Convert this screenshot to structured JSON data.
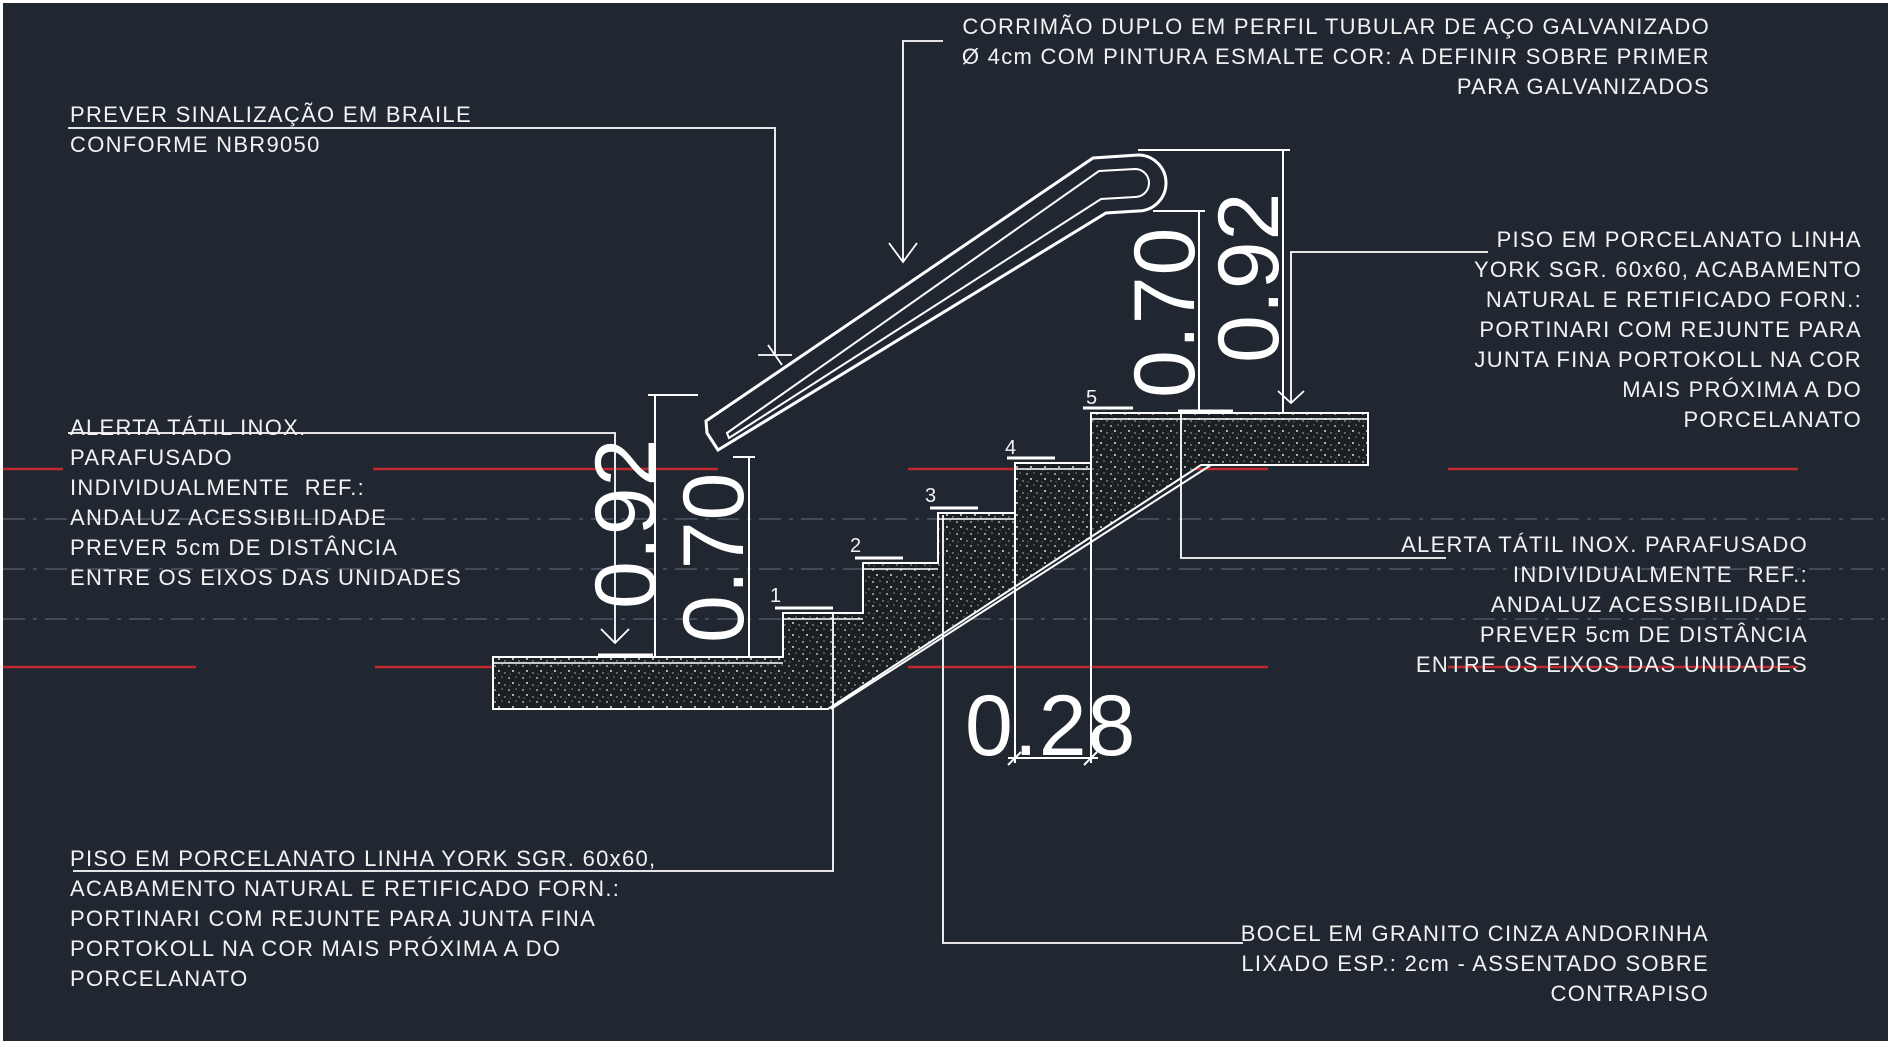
{
  "colors": {
    "background": "#212731",
    "lines": "#ffffff",
    "axis_red": "#c0282d",
    "concrete": "#1b1f24"
  },
  "notes": {
    "braile": "PREVER SINALIZAÇÃO EM BRAILE\nCONFORME NBR9050",
    "corrimao": "CORRIMÃO DUPLO EM PERFIL TUBULAR DE AÇO GALVANIZADO\nØ 4cm COM PINTURA ESMALTE COR: A DEFINIR SOBRE PRIMER\nPARA GALVANIZADOS",
    "piso_right": "PISO EM PORCELANATO LINHA\nYORK SGR. 60x60, ACABAMENTO\nNATURAL E RETIFICADO FORN.:\nPORTINARI COM REJUNTE PARA\nJUNTA FINA PORTOKOLL NA COR\nMAIS PRÓXIMA A DO\nPORCELANATO",
    "alerta_left": "ALERTA TÁTIL INOX.\nPARAFUSADO\nINDIVIDUALMENTE  REF.:\nANDALUZ ACESSIBILIDADE\nPREVER 5cm DE DISTÂNCIA\nENTRE OS EIXOS DAS UNIDADES",
    "alerta_right": "ALERTA TÁTIL INOX. PARAFUSADO\nINDIVIDUALMENTE  REF.:\nANDALUZ ACESSIBILIDADE\nPREVER 5cm DE DISTÂNCIA\nENTRE OS EIXOS DAS UNIDADES",
    "piso_bottom": "PISO EM PORCELANATO LINHA YORK SGR. 60x60,\nACABAMENTO NATURAL E RETIFICADO FORN.:\nPORTINARI COM REJUNTE PARA JUNTA FINA\nPORTOKOLL NA COR MAIS PRÓXIMA A DO\nPORCELANATO",
    "bocel": "BOCEL EM GRANITO CINZA ANDORINHA\nLIXADO ESP.: 2cm - ASSENTADO SOBRE\nCONTRAPISO"
  },
  "dimensions": {
    "left_handrail_high": "0.92",
    "left_handrail_low": "0.70",
    "right_handrail_low": "0.70",
    "right_handrail_high": "0.92",
    "tread_depth": "0.28"
  },
  "steps": [
    "1",
    "2",
    "3",
    "4",
    "5"
  ]
}
